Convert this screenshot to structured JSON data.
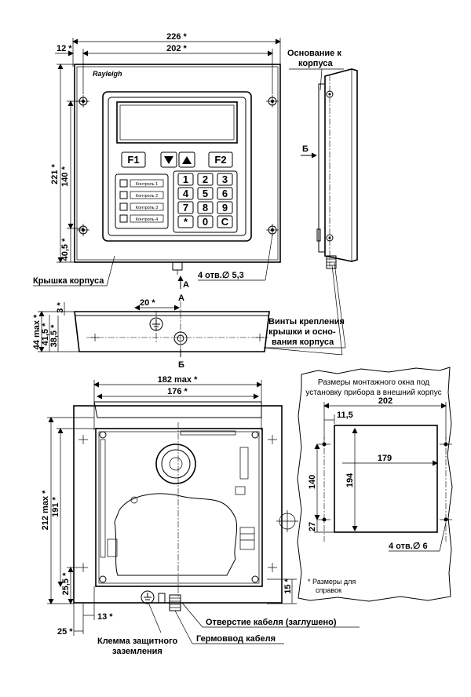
{
  "front_view": {
    "dims": {
      "overall_width": "226 *",
      "hole_spacing_width": "202 *",
      "edge_offset": "12 *",
      "overall_height": "221 *",
      "hole_spacing_height": "140 *",
      "bottom_offset": "40,5 *"
    },
    "brand": "Rayleigh",
    "keys": {
      "f1": "F1",
      "f2": "F2",
      "down": "▼",
      "up": "▲",
      "digits": [
        "1",
        "2",
        "3",
        "4",
        "5",
        "6",
        "7",
        "8",
        "9",
        "*",
        "0",
        "C"
      ]
    },
    "buttons": [
      "Контроль 1",
      "Контроль 2",
      "Контроль 3",
      "Контроль 4"
    ],
    "labels": {
      "cover": "Крышка корпуса",
      "holes": "4 отв.∅ 5,3",
      "view_a": "А"
    }
  },
  "side_view": {
    "label_base": [
      "Основание к",
      "корпуса"
    ],
    "arrow_b": "Б"
  },
  "bottom_view": {
    "dims": {
      "offset": "20 *",
      "total": "44 max *",
      "d1": "41,5 *",
      "d2": "38,5 *",
      "d3": "3 *"
    },
    "view_a": "А",
    "view_b": "Б",
    "screws_label": [
      "Винты крепления",
      "крышки и осно-",
      "вания корпуса"
    ]
  },
  "back_view": {
    "dims": {
      "width_max": "182 max *",
      "width": "176 *",
      "height_max": "212 max *",
      "height": "191 *",
      "d_25_5": "25,5 *",
      "d_13": "13 *",
      "d_25": "25 *",
      "d_15": "15 *"
    },
    "labels": {
      "cable_hole": "Отверстие кабеля (заглушено)",
      "gland": "Гермоввод кабеля",
      "ground": [
        "Клемма защитного",
        "заземления"
      ]
    }
  },
  "cutout": {
    "title": [
      "Размеры монтажного окна под",
      "установку прибора в внешний корпус"
    ],
    "dims": {
      "width": "202",
      "offset": "11,5",
      "inner_width": "179",
      "hole_spacing": "140",
      "height": "194",
      "bottom": "27"
    },
    "holes": "4 отв.∅ 6",
    "note": [
      "* Размеры для",
      "справок"
    ]
  }
}
